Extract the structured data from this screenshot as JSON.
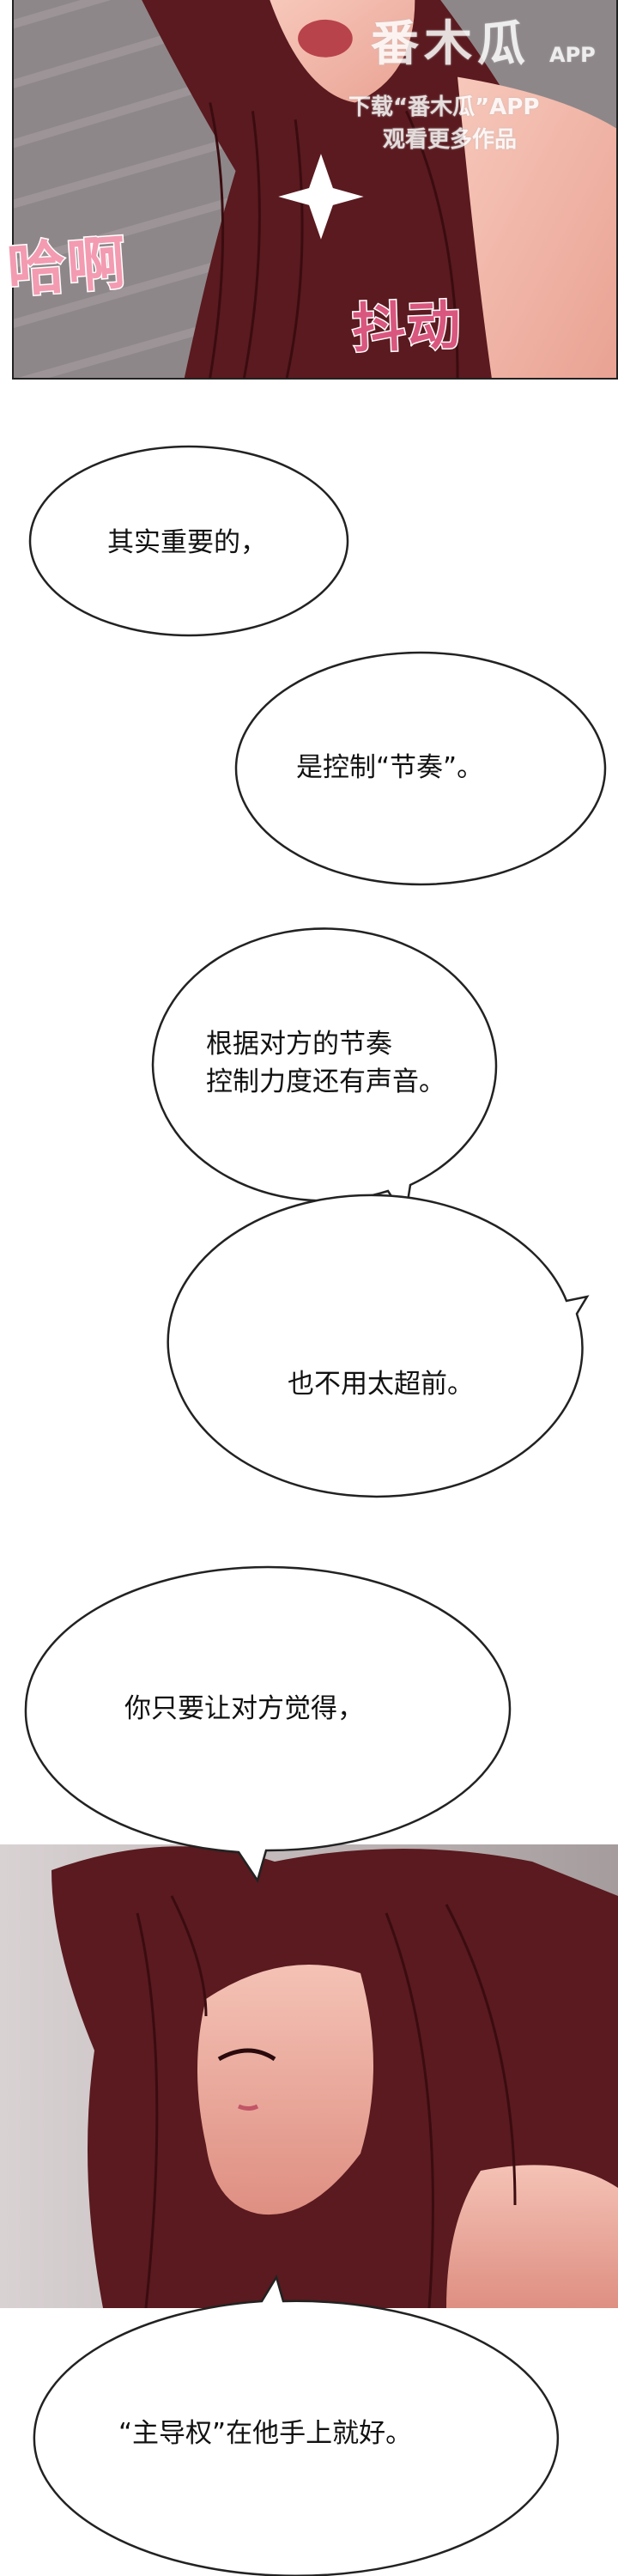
{
  "sfx": {
    "moan": "哈啊",
    "twitch": "抖动"
  },
  "watermark": {
    "logo": "番木瓜",
    "app": "APP",
    "line1": "下载“番木瓜”APP",
    "line2": "观看更多作品"
  },
  "dialogue": [
    "其实重要的，",
    "是控制“节奏”。",
    "根据对方的节奏",
    "控制力度还有声音。",
    "也不用太超前。",
    "你只要让对方觉得，",
    "“主导权”在他手上就好。"
  ],
  "colors": {
    "hair": "#5a1a1f",
    "skin": "#f2b6a8",
    "sfx_pink": "#f39bb1",
    "sfx_red": "#d9577f",
    "bg_grey": "#8c8688"
  }
}
